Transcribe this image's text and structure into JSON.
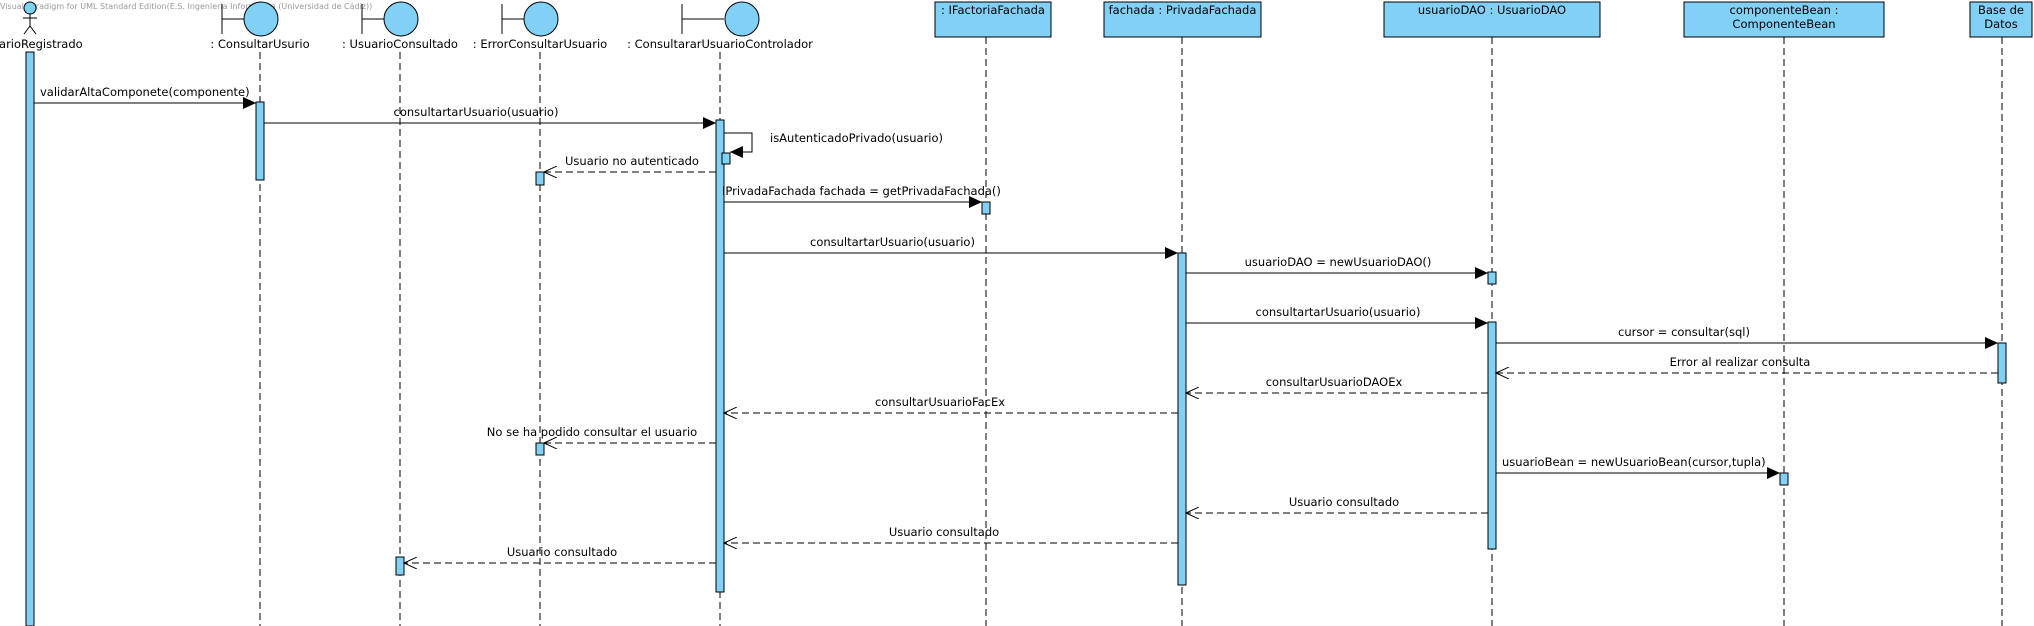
{
  "watermark": "Visual Paradigm for UML Standard Edition(E.S. Ingeniería Informática (Universidad de Cádiz))",
  "colors": {
    "fill": "#81d0f5",
    "stroke": "#000000",
    "watermark": "#9a9a9a"
  },
  "lifelines": [
    {
      "id": "usuarioRegistrado",
      "kind": "actor",
      "label": "UsuarioRegistrado"
    },
    {
      "id": "consultarUsurio",
      "kind": "boundary",
      "label": ": ConsultarUsurio"
    },
    {
      "id": "usuarioConsultado",
      "kind": "boundary",
      "label": ": UsuarioConsultado"
    },
    {
      "id": "errorConsultar",
      "kind": "boundary",
      "label": ": ErrorConsultarUsuario"
    },
    {
      "id": "controlador",
      "kind": "control",
      "label": ": ConsultararUsuarioControlador"
    },
    {
      "id": "factoria",
      "kind": "box",
      "label": ": IFactoriaFachada"
    },
    {
      "id": "fachada",
      "kind": "box",
      "label": "fachada : PrivadaFachada"
    },
    {
      "id": "usuarioDAO",
      "kind": "box",
      "label": "usuarioDAO : UsuarioDAO"
    },
    {
      "id": "componenteBean",
      "kind": "box",
      "label": "componenteBean :\nComponenteBean"
    },
    {
      "id": "baseDatos",
      "kind": "box",
      "label": "Base de\nDatos"
    }
  ],
  "messages": [
    {
      "from": "usuarioRegistrado",
      "to": "consultarUsurio",
      "label": "validarAltaComponete(componente)",
      "type": "sync"
    },
    {
      "from": "consultarUsurio",
      "to": "controlador",
      "label": "consultartarUsuario(usuario)",
      "type": "sync"
    },
    {
      "from": "controlador",
      "to": "controlador",
      "label": "isAutenticadoPrivado(usuario)",
      "type": "self"
    },
    {
      "from": "controlador",
      "to": "errorConsultar",
      "label": "Usuario no autenticado",
      "type": "return"
    },
    {
      "from": "controlador",
      "to": "factoria",
      "label": "IPrivadaFachada fachada = getPrivadaFachada()",
      "type": "sync"
    },
    {
      "from": "controlador",
      "to": "fachada",
      "label": "consultartarUsuario(usuario)",
      "type": "sync"
    },
    {
      "from": "fachada",
      "to": "usuarioDAO",
      "label": "usuarioDAO = newUsuarioDAO()",
      "type": "sync"
    },
    {
      "from": "fachada",
      "to": "usuarioDAO",
      "label": "consultartarUsuario(usuario)",
      "type": "sync"
    },
    {
      "from": "usuarioDAO",
      "to": "baseDatos",
      "label": "cursor = consultar(sql)",
      "type": "sync"
    },
    {
      "from": "baseDatos",
      "to": "usuarioDAO",
      "label": "Error al realizar consulta",
      "type": "return"
    },
    {
      "from": "usuarioDAO",
      "to": "fachada",
      "label": "consultarUsuarioDAOEx",
      "type": "return"
    },
    {
      "from": "fachada",
      "to": "controlador",
      "label": "consultarUsuarioFacEx",
      "type": "return"
    },
    {
      "from": "controlador",
      "to": "errorConsultar",
      "label": "No se ha podido consultar el usuario",
      "type": "return"
    },
    {
      "from": "usuarioDAO",
      "to": "componenteBean",
      "label": "usuarioBean = newUsuarioBean(cursor,tupla)",
      "type": "sync"
    },
    {
      "from": "usuarioDAO",
      "to": "fachada",
      "label": "Usuario consultado",
      "type": "return"
    },
    {
      "from": "fachada",
      "to": "controlador",
      "label": "Usuario consultado",
      "type": "return"
    },
    {
      "from": "controlador",
      "to": "usuarioConsultado",
      "label": "Usuario consultado",
      "type": "return"
    }
  ]
}
